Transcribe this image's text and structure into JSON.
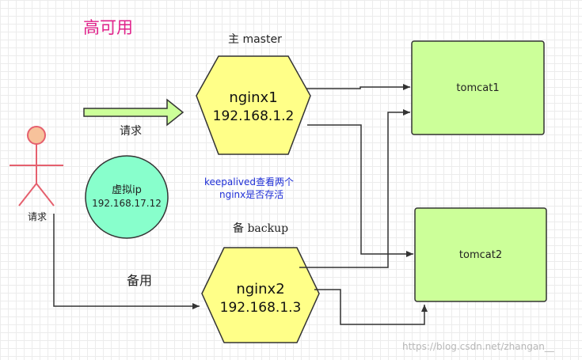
{
  "title": "高可用",
  "person": {
    "label": "请求"
  },
  "request_arrow": {
    "label": "请求"
  },
  "virtual_ip": {
    "line1": "虚拟ip",
    "line2": "192.168.17.12"
  },
  "master": {
    "caption": "主 master",
    "name": "nginx1",
    "ip": "192.168.1.2"
  },
  "backup": {
    "caption": "备 backup",
    "name": "nginx2",
    "ip": "192.168.1.3"
  },
  "keepalived_note": {
    "line1": "keepalived查看两个",
    "line2": "nginx是否存活"
  },
  "standby_label": "备用",
  "tomcat1": {
    "label": "tomcat1"
  },
  "tomcat2": {
    "label": "tomcat2"
  },
  "watermark": "https://blog.csdn.net/zhangan__",
  "colors": {
    "title": "#e0218a",
    "hexagon_fill": "#ffff88",
    "server_fill": "#ccff99",
    "vip_fill": "#88ffcc",
    "person_stroke": "#e5606e",
    "person_head": "#f7c29b",
    "note_text": "#1f2fd6",
    "arrow_fill": "#ccff99"
  }
}
